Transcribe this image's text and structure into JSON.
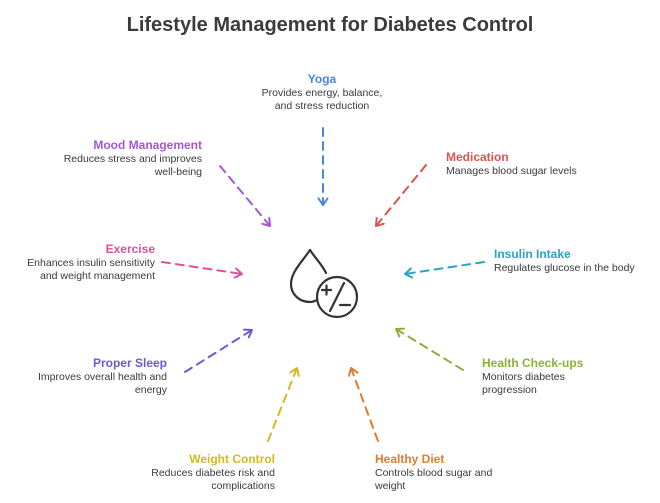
{
  "title": "Lifestyle Management for Diabetes Control",
  "nodes": [
    {
      "label": "Yoga",
      "desc": "Provides energy, balance, and stress reduction",
      "color": "#4a86d9"
    },
    {
      "label": "Medication",
      "desc": "Manages blood sugar levels",
      "color": "#d9534f"
    },
    {
      "label": "Insulin Intake",
      "desc": "Regulates glucose in the body",
      "color": "#2aa3c4"
    },
    {
      "label": "Health Check-ups",
      "desc": "Monitors diabetes progression",
      "color": "#8bb03a"
    },
    {
      "label": "Healthy Diet",
      "desc": "Controls blood sugar and weight",
      "color": "#e07c30"
    },
    {
      "label": "Weight Control",
      "desc": "Reduces diabetes risk and complications",
      "color": "#d6b820"
    },
    {
      "label": "Proper Sleep",
      "desc": "Improves overall health and energy",
      "color": "#6b5bd2"
    },
    {
      "label": "Exercise",
      "desc": "Enhances insulin sensitivity and weight management",
      "color": "#d9529a"
    },
    {
      "label": "Mood Management",
      "desc": "Reduces stress and improves well-being",
      "color": "#a955d6"
    }
  ],
  "center_icon": "glucose-drop-plus-minus-icon"
}
